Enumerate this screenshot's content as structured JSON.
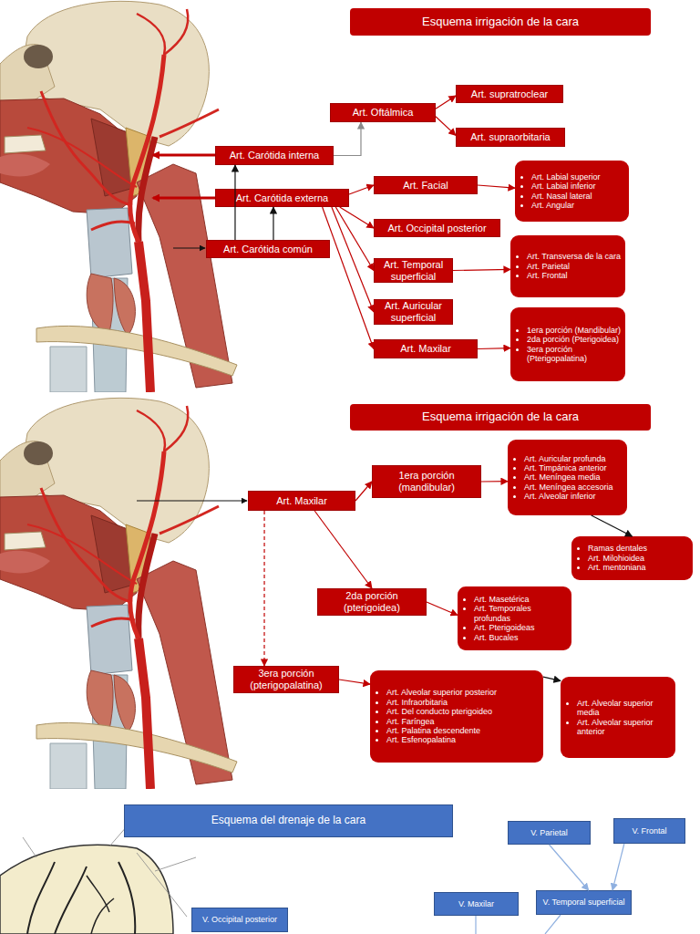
{
  "diagram": {
    "nodes": [
      {
        "text": [
          "Esquema irrigación de la cara"
        ]
      },
      {
        "text": [
          "Art. supratroclear"
        ]
      },
      {
        "text": [
          "Art. Oftálmica"
        ]
      },
      {
        "text": [
          "Art. supraorbitaria"
        ]
      },
      {
        "text": [
          "Art. Carótida interna"
        ]
      },
      {
        "text": [
          "Art. Labial superior",
          "Art. Labial inferior",
          "Art. Nasal lateral",
          "Art. Angular"
        ]
      },
      {
        "text": [
          "Art. Facial"
        ]
      },
      {
        "text": [
          "Art. Carótida externa"
        ]
      },
      {
        "text": [
          "Art. Occipital posterior"
        ]
      },
      {
        "text": [
          "Art. Transversa de la cara",
          "Art. Parietal",
          "Art. Frontal"
        ]
      },
      {
        "text": [
          "Art. Carótida común"
        ]
      },
      {
        "text": [
          "Art. Temporal superficial"
        ]
      },
      {
        "text": [
          "Art. Auricular superficial"
        ]
      },
      {
        "text": [
          "1era porción (Mandibular)",
          "2da porción (Pterigoidea)",
          "3era porción (Pterigopalatina)"
        ]
      },
      {
        "text": [
          "Art. Maxilar"
        ]
      },
      {
        "text": [
          "Esquema irrigación de la cara"
        ]
      },
      {
        "text": [
          "Art. Auricular profunda",
          "Art. Timpánica anterior",
          "Art. Meníngea media",
          "Art. Meníngea accesoria",
          "Art. Alveolar inferior"
        ]
      },
      {
        "text": [
          "1era porción (mandibular)"
        ]
      },
      {
        "text": [
          "Art. Maxilar"
        ]
      },
      {
        "text": [
          "Ramas dentales",
          "Art. Milohioidea",
          "Art. mentoniana"
        ]
      },
      {
        "text": [
          "2da porción (pterigoidea)"
        ]
      },
      {
        "text": [
          "Art. Masetérica",
          "Art. Temporales profundas",
          "Art. Pterigoideas",
          "Art. Bucales"
        ]
      },
      {
        "text": [
          "3era porción (pterigopalatina)"
        ]
      },
      {
        "text": [
          "Art. Alveolar superior posterior",
          "Art. Infraorbitaria",
          "Art. Del conducto pterigoideo",
          "Art. Faríngea",
          "Art. Palatina descendente",
          "Art. Esfenopalatina"
        ]
      },
      {
        "text": [
          "Art. Alveolar superior media",
          "Art. Alveolar superior anterior"
        ]
      },
      {
        "text": [
          "Esquema del drenaje de la cara"
        ]
      },
      {
        "text": [
          "V. Parietal"
        ]
      },
      {
        "text": [
          "V. Frontal"
        ]
      },
      {
        "text": [
          "V. Maxilar"
        ]
      },
      {
        "text": [
          "V. Temporal superficial"
        ]
      },
      {
        "text": [
          "V. Occipital posterior"
        ]
      }
    ],
    "edges": [
      {
        "from": 10,
        "to": 4,
        "arrow": "to"
      },
      {
        "from": 10,
        "to": 7,
        "arrow": "to"
      },
      {
        "from": 4,
        "to": 2,
        "arrow": "to"
      },
      {
        "from": 2,
        "to": 1,
        "arrow": "to"
      },
      {
        "from": 2,
        "to": 3,
        "arrow": "to"
      },
      {
        "from": 7,
        "to": 6,
        "arrow": "to"
      },
      {
        "from": 7,
        "to": 8,
        "arrow": "to"
      },
      {
        "from": 7,
        "to": 11,
        "arrow": "to"
      },
      {
        "from": 7,
        "to": 12,
        "arrow": "to"
      },
      {
        "from": 7,
        "to": 14,
        "arrow": "to"
      },
      {
        "from": 6,
        "to": 5,
        "arrow": "to"
      },
      {
        "from": 11,
        "to": 9,
        "arrow": "to"
      },
      {
        "from": 14,
        "to": 13,
        "arrow": "to"
      },
      {
        "from": 18,
        "to": 17,
        "arrow": "to"
      },
      {
        "from": 18,
        "to": 20,
        "arrow": "to"
      },
      {
        "from": 18,
        "to": 22,
        "arrow": "to"
      },
      {
        "from": 17,
        "to": 16,
        "arrow": "to"
      },
      {
        "from": 16,
        "to": 19,
        "arrow": "to"
      },
      {
        "from": 20,
        "to": 21,
        "arrow": "to"
      },
      {
        "from": 22,
        "to": 23,
        "arrow": "to"
      },
      {
        "from": 23,
        "to": 24,
        "arrow": "to"
      },
      {
        "from": 26,
        "to": 29,
        "arrow": "to"
      },
      {
        "from": 27,
        "to": 29,
        "arrow": "to"
      }
    ]
  }
}
